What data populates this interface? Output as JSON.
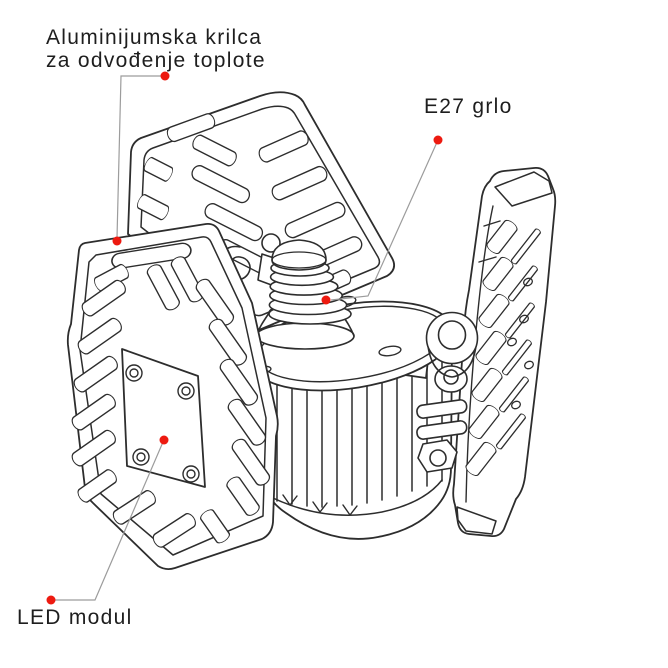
{
  "page": {
    "background": "#ffffff"
  },
  "callout_labels": {
    "fins_line1": "Aluminijumska krilca",
    "fins_line2": "za odvođenje toplote",
    "socket": "E27 grlo",
    "led_module": "LED modul"
  },
  "colors": {
    "artwork_line": "#2d2d2d",
    "leader_line": "#9c9c9c",
    "marker_dot": "#ed1a10",
    "label_text": "#1e1e1e"
  }
}
